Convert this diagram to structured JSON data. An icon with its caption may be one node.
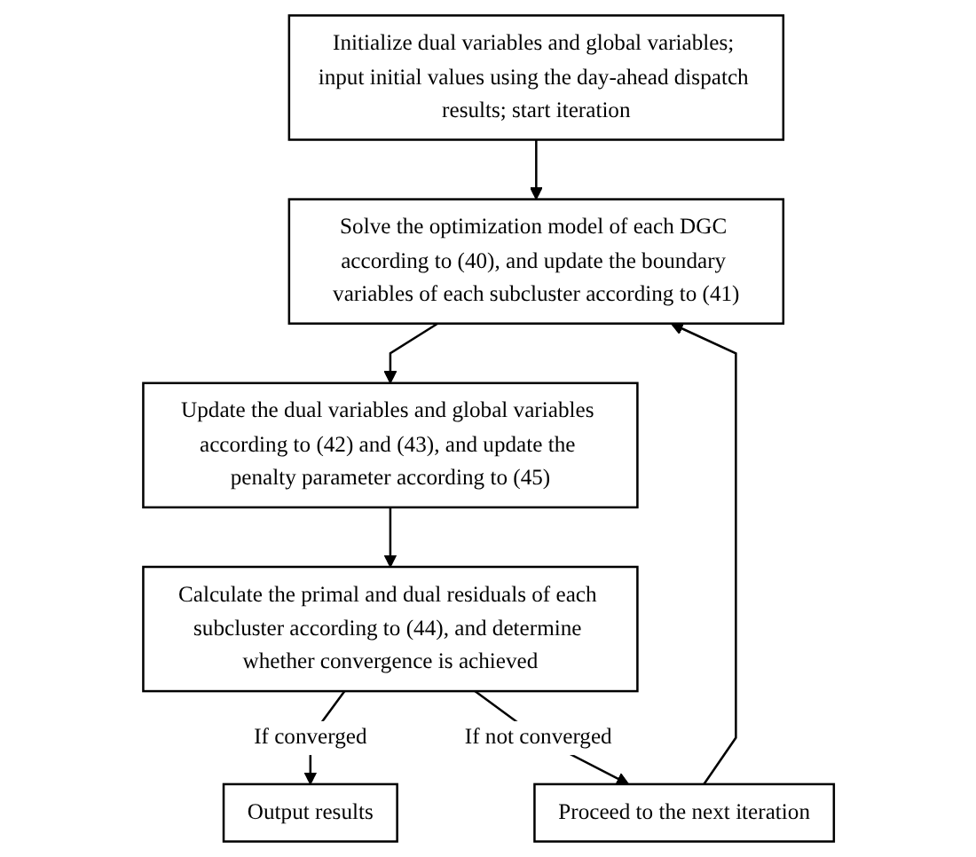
{
  "diagram": {
    "nodes": [
      {
        "text": [
          "Initialize dual variables and global variables; input initial values using the day-ahead dispatch results; start iteration"
        ]
      },
      {
        "text": [
          "Solve the optimization model of each DGC according to (40), and update the boundary variables of each subcluster according to (41)"
        ]
      },
      {
        "text": [
          "Update the dual variables and global variables according to (42) and (43), and update the penalty parameter according to (45)"
        ]
      },
      {
        "text": [
          "Calculate the primal and dual residuals of each subcluster according to (44), and determine whether convergence is achieved"
        ]
      },
      {
        "text": [
          "Output results"
        ]
      },
      {
        "text": [
          "Proceed to the next iteration"
        ]
      }
    ],
    "edges": [
      {
        "from": 0,
        "to": 1,
        "arrow": "to"
      },
      {
        "from": 1,
        "to": 2,
        "arrow": "to"
      },
      {
        "from": 2,
        "to": 3,
        "arrow": "to"
      },
      {
        "from": 3,
        "to": 4,
        "arrow": "to",
        "label": "If converged"
      },
      {
        "from": 3,
        "to": 5,
        "arrow": "to",
        "label": "If not converged"
      },
      {
        "from": 5,
        "to": 1,
        "arrow": "to"
      }
    ]
  }
}
